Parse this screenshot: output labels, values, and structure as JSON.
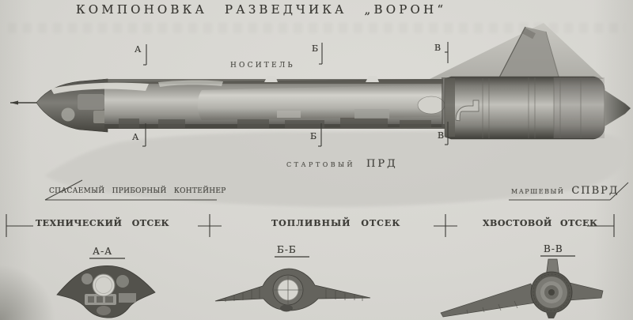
{
  "title": "КОМПОНОВКА РАЗВЕДЧИКА „ВОРОН“",
  "side_view": {
    "carrier_label": "НОСИТЕЛЬ",
    "marks_top": [
      "А",
      "Б",
      "В"
    ],
    "marks_bottom": [
      "А",
      "Б",
      "В"
    ],
    "booster_label": {
      "prefix": "СТАРТОВЫЙ",
      "abbr": "ПРД"
    },
    "callout_container": "СПАСАЕМЫЙ ПРИБОРНЫЙ КОНТЕЙНЕР",
    "callout_engine": {
      "prefix": "МАРШЕВЫЙ",
      "abbr": "СПВРД"
    }
  },
  "compartments": [
    {
      "label": "ТЕХНИЧЕСКИЙ ОТСЕК"
    },
    {
      "label": "ТОПЛИВНЫЙ ОТСЕК"
    },
    {
      "label": "ХВОСТОВОЙ ОТСЕК"
    }
  ],
  "cross_sections": [
    {
      "label": "А-А"
    },
    {
      "label": "Б-Б"
    },
    {
      "label": "В-В"
    }
  ],
  "colors": {
    "paper": "#d7d6d1",
    "ink": "#3b3a35",
    "drawing_dark": "#4c4b46",
    "drawing_mid": "#8d8c86",
    "drawing_light": "#c7c6c0",
    "silhouette": "#cdccc7"
  }
}
